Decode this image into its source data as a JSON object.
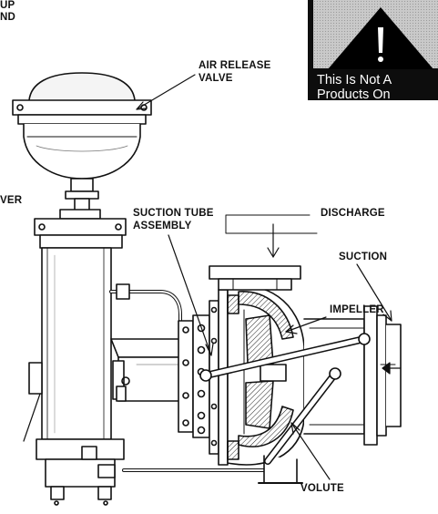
{
  "labels": {
    "top_left_1": "UP",
    "top_left_2": "ND",
    "air_release_1": "AIR RELEASE",
    "air_release_2": "VALVE",
    "ver": "VER",
    "suction_tube_1": "SUCTION TUBE",
    "suction_tube_2": "ASSEMBLY",
    "discharge": "DISCHARGE",
    "suction": "SUCTION",
    "impeller": "IMPELLER",
    "volute": "VOLUTE"
  },
  "warning": {
    "line1": "This Is Not A",
    "line2": "Products On"
  }
}
